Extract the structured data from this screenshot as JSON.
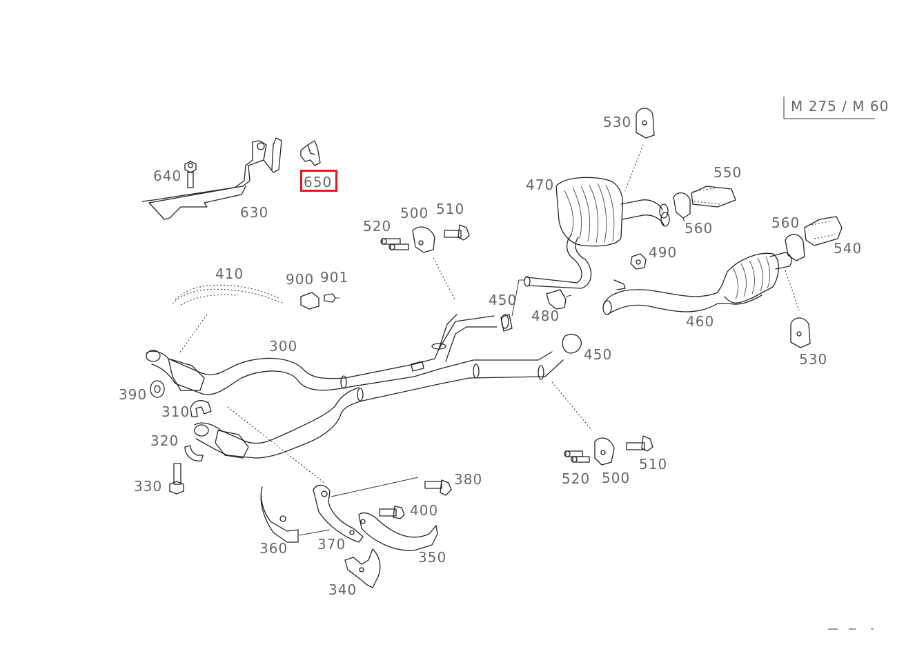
{
  "model_label": "M 275 / M 60",
  "highlight_color": "#e8141c",
  "labels": {
    "p300": "300",
    "p310": "310",
    "p320": "320",
    "p330": "330",
    "p340": "340",
    "p350": "350",
    "p360": "360",
    "p370": "370",
    "p380": "380",
    "p390": "390",
    "p400": "400",
    "p410": "410",
    "p450a": "450",
    "p450b": "450",
    "p460": "460",
    "p470": "470",
    "p480": "480",
    "p490": "490",
    "p500a": "500",
    "p500b": "500",
    "p510a": "510",
    "p510b": "510",
    "p520a": "520",
    "p520b": "520",
    "p530a": "530",
    "p530b": "530",
    "p540": "540",
    "p550": "550",
    "p560a": "560",
    "p560b": "560",
    "p630": "630",
    "p640": "640",
    "p650": "650",
    "p900": "900",
    "p901": "901"
  },
  "highlighted_part": "650"
}
